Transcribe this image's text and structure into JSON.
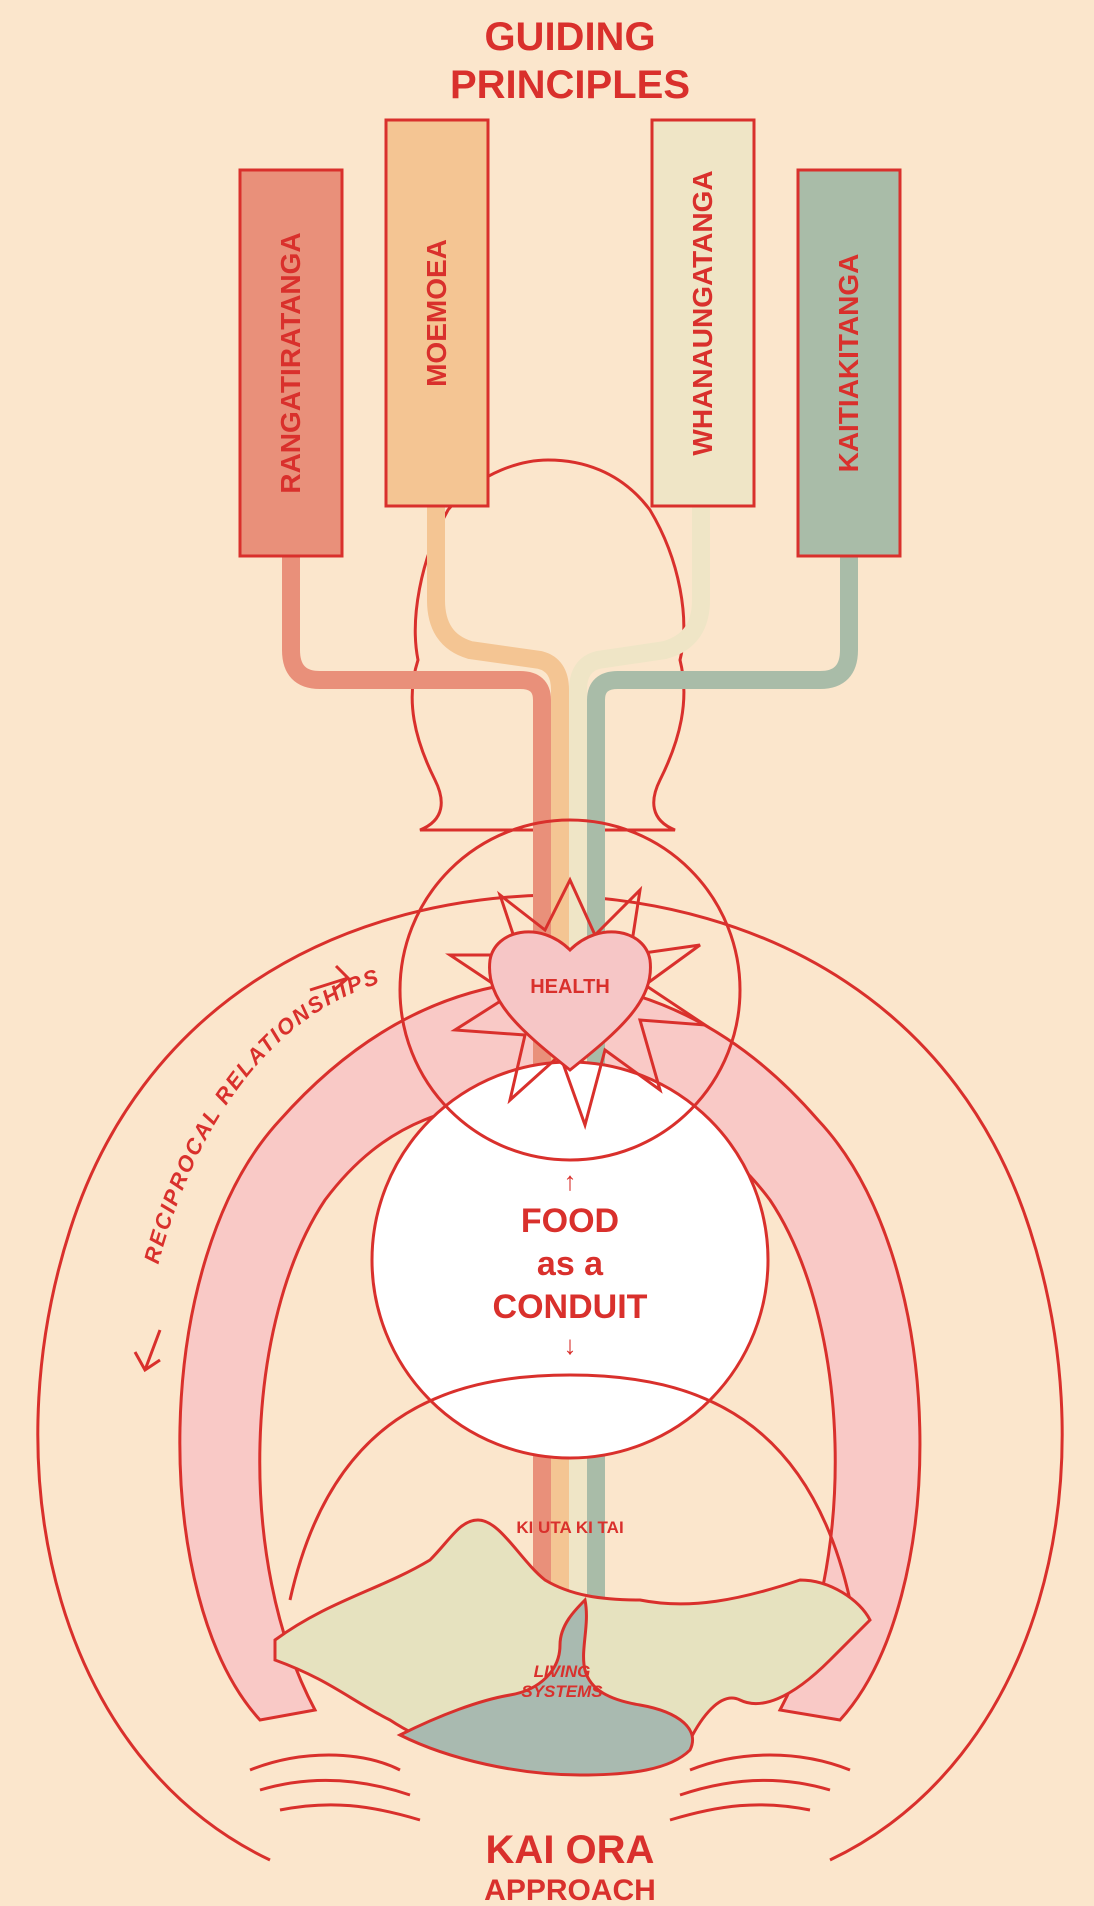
{
  "title": {
    "line1": "GUIDING",
    "line2": "PRINCIPLES"
  },
  "principles": [
    {
      "label": "RANGATIRATANGA",
      "color": "#e9907a"
    },
    {
      "label": "MOEMOEA",
      "color": "#f4c593"
    },
    {
      "label": "WHANAUNGATANGA",
      "color": "#efe5c6"
    },
    {
      "label": "KAITIAKITANGA",
      "color": "#a9bca8"
    }
  ],
  "heart": {
    "label": "HEALTH",
    "color": "#f6c6c6"
  },
  "center": {
    "up_arrow": "↑",
    "line1": "FOOD",
    "line2": "as a",
    "line3": "CONDUIT",
    "down_arrow": "↓"
  },
  "arc_label": "RECIPROCAL RELATIONSHIPS",
  "river_label": "KI UTA KI TAI",
  "land_label": {
    "line1": "LIVING",
    "line2": "SYSTEMS"
  },
  "footer": {
    "line1": "KAI ORA",
    "line2": "APPROACH"
  },
  "colors": {
    "background": "#fbe6cc",
    "stroke": "#d9302c",
    "pink_fill": "#f9c9c6",
    "land": "#e6e2bf",
    "water": "#a9bab0"
  }
}
